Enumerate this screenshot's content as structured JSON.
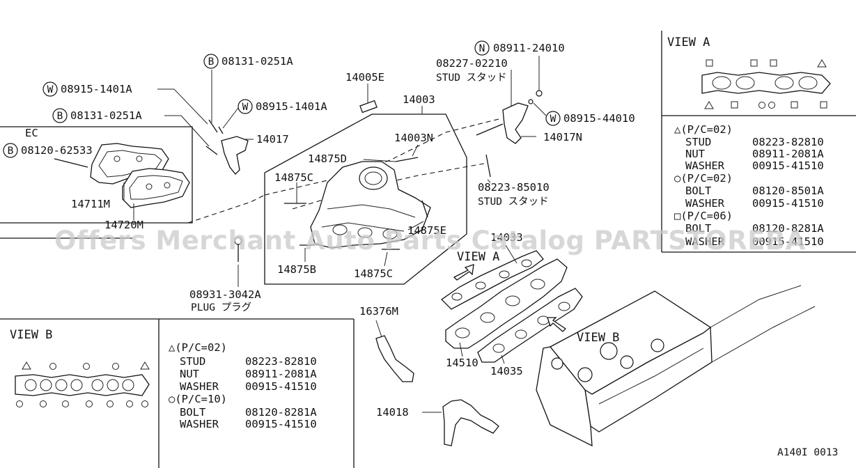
{
  "watermark": "Offers Merchant Auto Parts Catalog PARTSTOREBA",
  "figure_code": "A140I 0013",
  "ec_label": "EC",
  "callouts": {
    "c08131_top": "08131-0251A",
    "c08915_left": "08915-1401A",
    "c08131_left": "08131-0251A",
    "c08120": "08120-62533",
    "c08915_mid": "08915-1401A",
    "c14017": "14017",
    "c14711m": "14711M",
    "c14720m": "14720M",
    "c14005e": "14005E",
    "c14003": "14003",
    "c14003n": "14003N",
    "c14875d": "14875D",
    "c14875c_top": "14875C",
    "c14875e": "14875E",
    "c14875b": "14875B",
    "c14875c_bot": "14875C",
    "c08931": "08931-3042A",
    "plug": "PLUG プラグ",
    "c08911": "08911-24010",
    "c08227": "08227-02210",
    "stud1": "STUD スタッド",
    "c08915_right": "08915-44010",
    "c14017n": "14017N",
    "c08223": "08223-85010",
    "stud2": "STUD スタッド",
    "c14033": "14033",
    "view_a_arrow": "VIEW A",
    "c16376m": "16376M",
    "c14510": "14510",
    "c14035": "14035",
    "view_b_arrow": "VIEW B",
    "c14018": "14018"
  },
  "circle_letters": {
    "b1": "B",
    "w1": "W",
    "b2": "B",
    "b3": "B",
    "w2": "W",
    "n1": "N",
    "w3": "W"
  },
  "view_a": {
    "title": "VIEW A",
    "rows": [
      {
        "head": "△(P/C=02)",
        "name": "",
        "part": ""
      },
      {
        "head": "",
        "name": "STUD",
        "part": "08223-82810"
      },
      {
        "head": "",
        "name": "NUT",
        "part": "08911-2081A"
      },
      {
        "head": "",
        "name": "WASHER",
        "part": "00915-41510"
      },
      {
        "head": "○(P/C=02)",
        "name": "",
        "part": ""
      },
      {
        "head": "",
        "name": "BOLT",
        "part": "08120-8501A"
      },
      {
        "head": "",
        "name": "WASHER",
        "part": "00915-41510"
      },
      {
        "head": "□(P/C=06)",
        "name": "",
        "part": ""
      },
      {
        "head": "",
        "name": "BOLT",
        "part": "08120-8281A"
      },
      {
        "head": "",
        "name": "WASHER",
        "part": "00915-41510"
      }
    ]
  },
  "view_b": {
    "title": "VIEW B",
    "rows": [
      {
        "head": "△(P/C=02)",
        "name": "",
        "part": ""
      },
      {
        "head": "",
        "name": "STUD",
        "part": "08223-82810"
      },
      {
        "head": "",
        "name": "NUT",
        "part": "08911-2081A"
      },
      {
        "head": "",
        "name": "WASHER",
        "part": "00915-41510"
      },
      {
        "head": "○(P/C=10)",
        "name": "",
        "part": ""
      },
      {
        "head": "",
        "name": "BOLT",
        "part": "08120-8281A"
      },
      {
        "head": "",
        "name": "WASHER",
        "part": "00915-41510"
      }
    ]
  }
}
